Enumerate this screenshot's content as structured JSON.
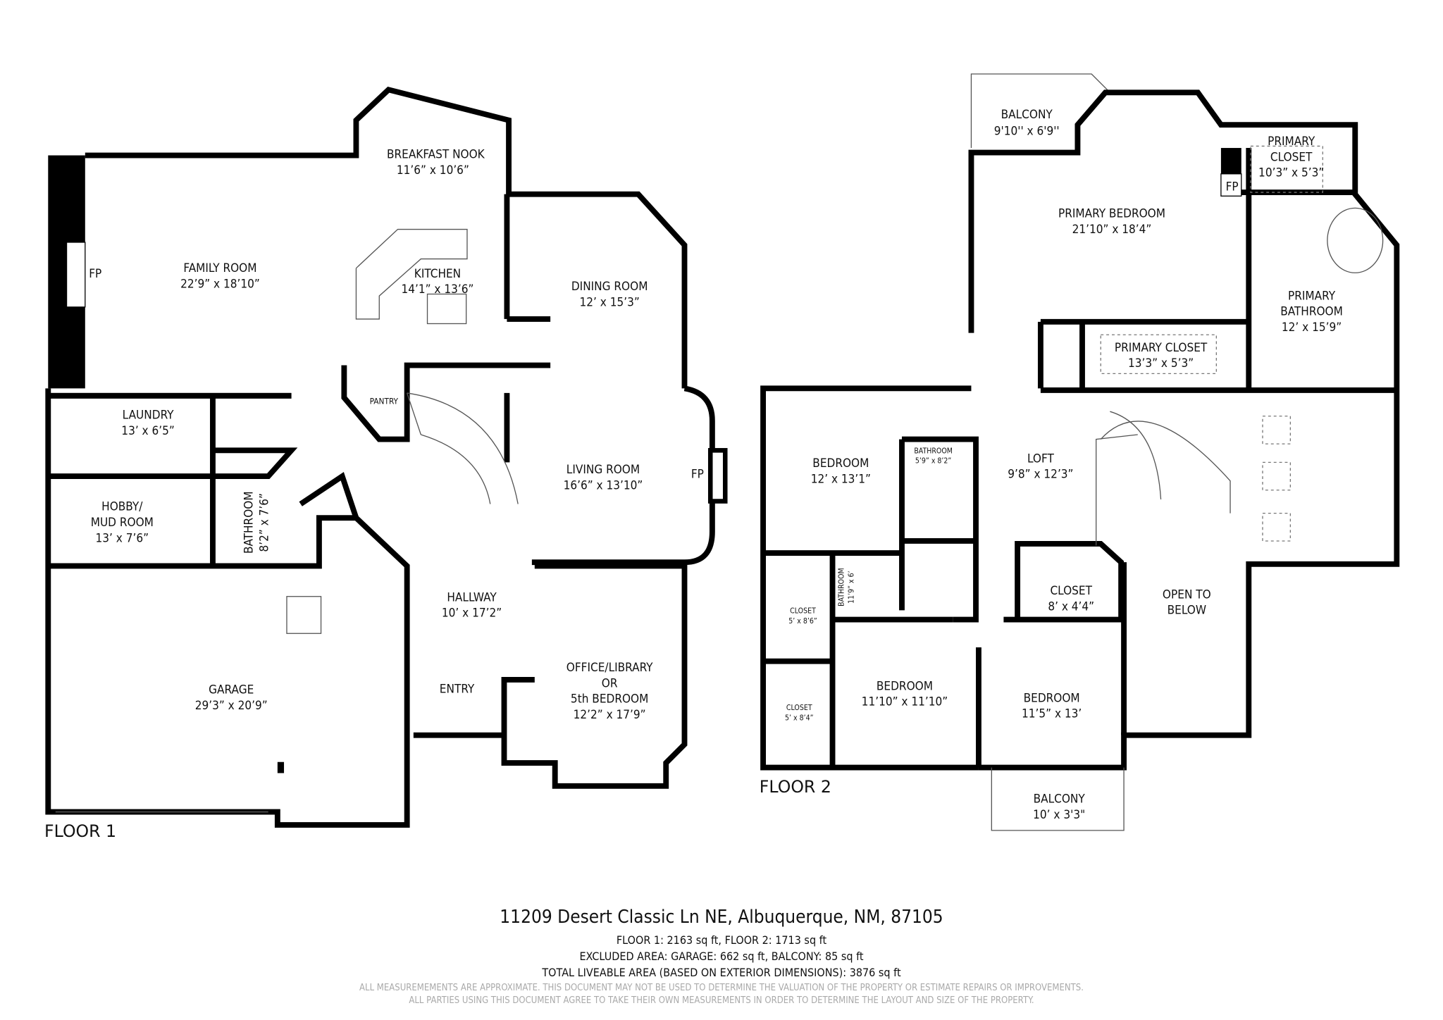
{
  "floor1": {
    "label": "FLOOR 1",
    "rooms": {
      "family_room": {
        "name": "FAMILY ROOM",
        "dims": "22’9” x 18’10”"
      },
      "breakfast_nook": {
        "name": "BREAKFAST NOOK",
        "dims": "11’6” x 10’6”"
      },
      "kitchen": {
        "name": "KITCHEN",
        "dims": "14’1” x 13’6”"
      },
      "dining_room": {
        "name": "DINING ROOM",
        "dims": "12’ x 15’3”"
      },
      "living_room": {
        "name": "LIVING ROOM",
        "dims": "16’6” x 13’10”"
      },
      "laundry": {
        "name": "LAUNDRY",
        "dims": "13’ x 6’5”"
      },
      "hobby": {
        "name1": "HOBBY/",
        "name2": "MUD ROOM",
        "dims": "13’ x 7’6”"
      },
      "bathroom": {
        "name": "BATHROOM",
        "dims": "8’2” x 7’6”"
      },
      "pantry": {
        "name": "PANTRY"
      },
      "hallway": {
        "name": "HALLWAY",
        "dims": "10’ x 17’2”"
      },
      "entry": {
        "name": "ENTRY"
      },
      "office": {
        "name1": "OFFICE/LIBRARY",
        "name2": "OR",
        "name3": "5th BEDROOM",
        "dims": "12’2” x 17’9”"
      },
      "garage": {
        "name": "GARAGE",
        "dims": "29’3” x 20’9”"
      }
    },
    "fp_left": "FP",
    "fp_right": "FP"
  },
  "floor2": {
    "label": "FLOOR 2",
    "rooms": {
      "balcony_top": {
        "name": "BALCONY",
        "dims": "9'10'' x 6'9''"
      },
      "primary_bedroom": {
        "name": "PRIMARY BEDROOM",
        "dims": "21’10” x 18’4”"
      },
      "primary_closet_1": {
        "name1": "PRIMARY",
        "name2": "CLOSET",
        "dims": "10’3” x 5’3”"
      },
      "primary_bathroom": {
        "name1": "PRIMARY",
        "name2": "BATHROOM",
        "dims": "12’ x 15’9”"
      },
      "primary_closet_2": {
        "name": "PRIMARY CLOSET",
        "dims": "13’3” x 5’3”"
      },
      "bedroom_a": {
        "name": "BEDROOM",
        "dims": "12’ x 13’1”"
      },
      "bathroom_a": {
        "name": "BATHROOM",
        "dims": "5’9” x 8’2”"
      },
      "loft": {
        "name": "LOFT",
        "dims": "9’8” x 12’3”"
      },
      "closet_a": {
        "name": "CLOSET",
        "dims": "5’ x 8’6”"
      },
      "bathroom_b": {
        "name": "BATHROOM",
        "dims": "11’9” x 6’"
      },
      "closet_b": {
        "name": "CLOSET",
        "dims": "8’ x 4’4”"
      },
      "open_below": {
        "name1": "OPEN TO",
        "name2": "BELOW"
      },
      "closet_c": {
        "name": "CLOSET",
        "dims": "5’ x 8’4”"
      },
      "bedroom_b": {
        "name": "BEDROOM",
        "dims": "11’10” x 11’10”"
      },
      "bedroom_c": {
        "name": "BEDROOM",
        "dims": "11’5” x 13’"
      },
      "balcony_bottom": {
        "name": "BALCONY",
        "dims": "10’ x 3'3\""
      }
    },
    "fp": "FP"
  },
  "footer": {
    "address": "11209 Desert Classic Ln NE, Albuquerque, NM, 87105",
    "floor_areas": "FLOOR 1: 2163 sq ft, FLOOR 2: 1713 sq ft",
    "excluded": "EXCLUDED AREA: GARAGE: 662 sq ft, BALCONY: 85 sq ft",
    "total": "TOTAL LIVEABLE AREA (BASED ON EXTERIOR DIMENSIONS): 3876 sq ft",
    "disclaimer1": "ALL MEASUREMEMENTS ARE APPROXIMATE. THIS DOCUMENT MAY NOT BE USED TO DETERMINE THE VALUATION OF THE PROPERTY OR ESTIMATE REPAIRS OR IMPROVEMENTS.",
    "disclaimer2": "ALL PARTIES USING THIS DOCUMENT AGREE TO TAKE THEIR OWN MEASUREMENTS IN ORDER TO DETERMINE THE LAYOUT AND SIZE OF THE PROPERTY."
  }
}
